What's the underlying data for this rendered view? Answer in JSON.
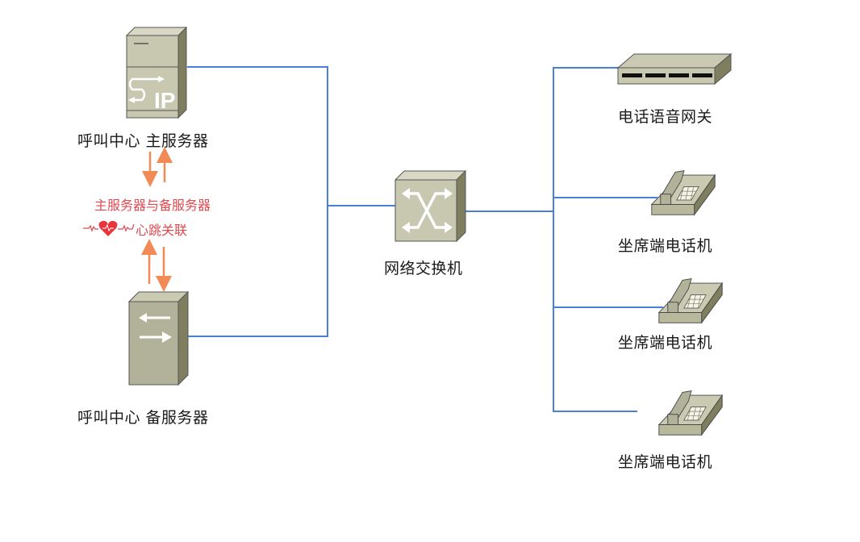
{
  "colors": {
    "link_line": "#4a7fd6",
    "heartbeat_arrow": "#f28a55",
    "heartbeat_text": "#e04a4f",
    "device_face": "#c8c8b0",
    "device_side": "#7f7f60",
    "device_top": "#d8d8c4"
  },
  "nodes": {
    "primary_server": {
      "label": "呼叫中心  主服务器",
      "icon": "sip-server-icon",
      "icon_text": "IP"
    },
    "backup_server": {
      "label": "呼叫中心  备服务器",
      "icon": "server-icon"
    },
    "switch": {
      "label": "网络交换机",
      "icon": "network-switch-icon"
    },
    "gateway": {
      "label": "电话语音网关",
      "icon": "voice-gateway-icon"
    },
    "phones": [
      {
        "label": "坐席端电话机",
        "icon": "telephone-icon"
      },
      {
        "label": "坐席端电话机",
        "icon": "telephone-icon"
      },
      {
        "label": "坐席端电话机",
        "icon": "telephone-icon"
      }
    ]
  },
  "heartbeat": {
    "line1": "主服务器与备服务器",
    "line2": "心跳关联",
    "icon": "heartbeat-icon"
  }
}
